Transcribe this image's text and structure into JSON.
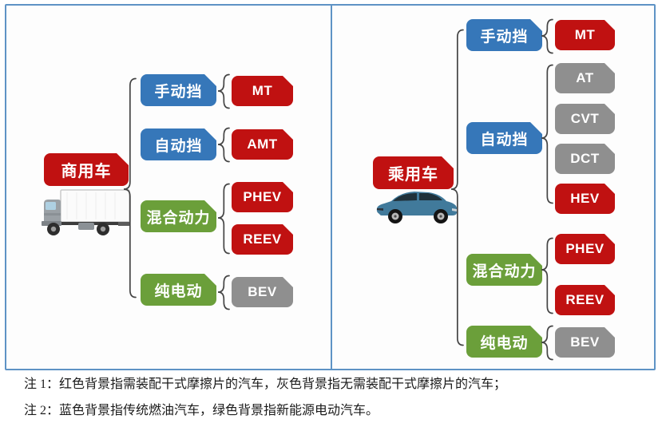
{
  "colors": {
    "red": "#c01111",
    "blue": "#3677b9",
    "green": "#6b9f3a",
    "gray": "#8f8f8f",
    "frame_border": "#5e93c5"
  },
  "panels": [
    {
      "root": "商用车",
      "vehicle_icon": "truck-icon",
      "branches": [
        {
          "category": "手动挡",
          "category_color": "blue",
          "children": [
            {
              "label": "MT",
              "color": "red"
            }
          ]
        },
        {
          "category": "自动挡",
          "category_color": "blue",
          "children": [
            {
              "label": "AMT",
              "color": "red"
            }
          ]
        },
        {
          "category": "混合动力",
          "category_color": "green",
          "children": [
            {
              "label": "PHEV",
              "color": "red"
            },
            {
              "label": "REEV",
              "color": "red"
            }
          ]
        },
        {
          "category": "纯电动",
          "category_color": "green",
          "children": [
            {
              "label": "BEV",
              "color": "gray"
            }
          ]
        }
      ]
    },
    {
      "root": "乘用车",
      "vehicle_icon": "car-icon",
      "branches": [
        {
          "category": "手动挡",
          "category_color": "blue",
          "children": [
            {
              "label": "MT",
              "color": "red"
            }
          ]
        },
        {
          "category": "自动挡",
          "category_color": "blue",
          "children": [
            {
              "label": "AT",
              "color": "gray"
            },
            {
              "label": "CVT",
              "color": "gray"
            },
            {
              "label": "DCT",
              "color": "gray"
            },
            {
              "label": "HEV",
              "color": "red"
            }
          ]
        },
        {
          "category": "混合动力",
          "category_color": "green",
          "children": [
            {
              "label": "PHEV",
              "color": "red"
            },
            {
              "label": "REEV",
              "color": "red"
            }
          ]
        },
        {
          "category": "纯电动",
          "category_color": "green",
          "children": [
            {
              "label": "BEV",
              "color": "gray"
            }
          ]
        }
      ]
    }
  ],
  "notes": [
    {
      "label": "注 1：",
      "text": "红色背景指需装配干式摩擦片的汽车，灰色背景指无需装配干式摩擦片的汽车；"
    },
    {
      "label": "注 2：",
      "text": "蓝色背景指传统燃油汽车，绿色背景指新能源电动汽车。"
    }
  ]
}
